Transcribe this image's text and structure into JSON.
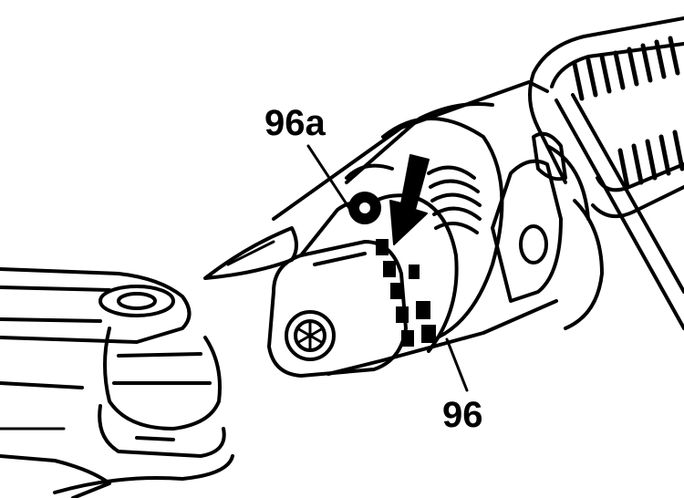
{
  "callouts": [
    {
      "id": "96a",
      "label": "96a"
    },
    {
      "id": "96",
      "label": "96"
    }
  ],
  "colors": {
    "ink": "#000000",
    "paper": "#ffffff"
  }
}
